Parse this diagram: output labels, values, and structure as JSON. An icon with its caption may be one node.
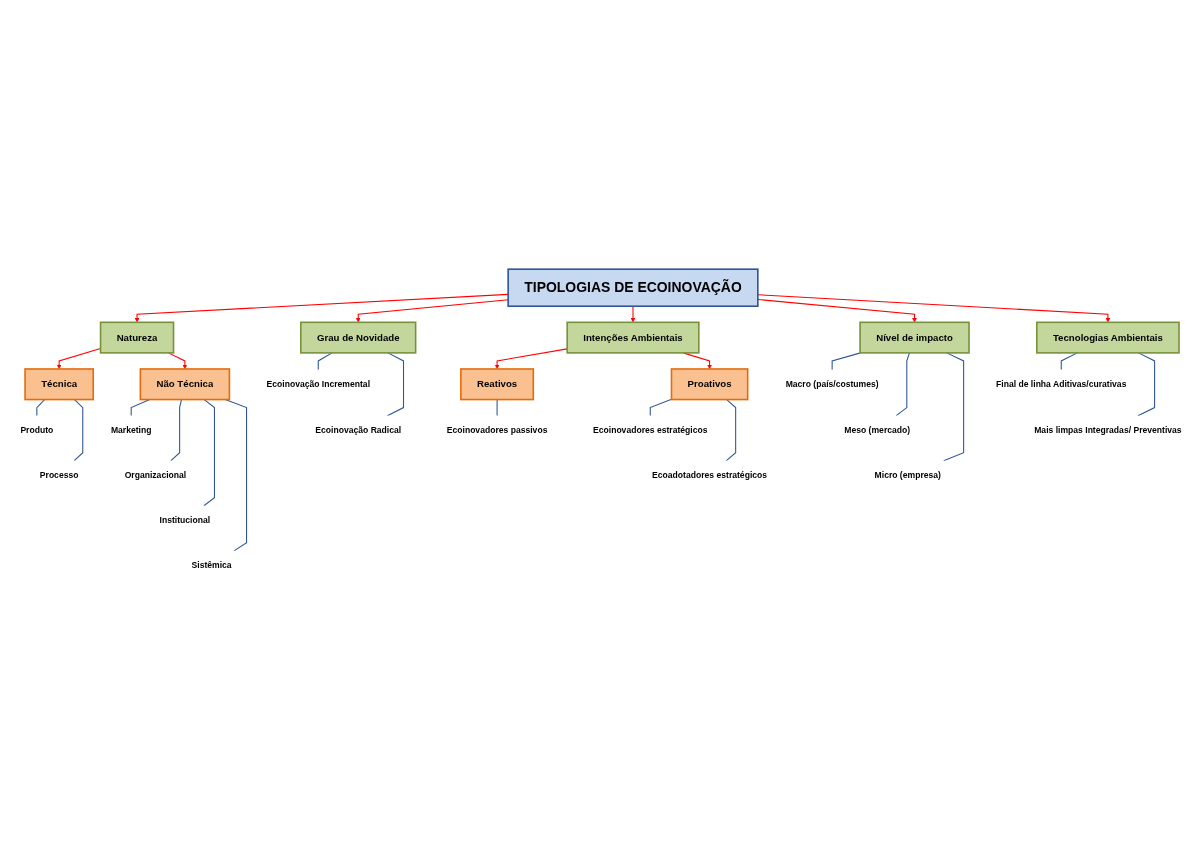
{
  "diagram": {
    "nodes": [
      {
        "text": [
          "TIPOLOGIAS DE ECOINOVAÇÃO"
        ]
      },
      {
        "text": [
          "Grau de Novidade"
        ]
      },
      {
        "text": [
          "Ecoinovação Incremental"
        ]
      },
      {
        "text": [
          "Ecoinovação Radical"
        ]
      },
      {
        "text": [
          "Intenções Ambientais"
        ]
      },
      {
        "text": [
          "Reativos"
        ]
      },
      {
        "text": [
          "Ecoinovadores passivos"
        ]
      },
      {
        "text": [
          "Proativos"
        ]
      },
      {
        "text": [
          "Ecoinovadores estratégicos"
        ]
      },
      {
        "text": [
          "Ecoadotadores estratégicos"
        ]
      },
      {
        "text": [
          "Tecnologias Ambientais"
        ]
      },
      {
        "text": [
          "Final de linha Aditivas/curativas"
        ]
      },
      {
        "text": [
          "Mais limpas Integradas/ Preventivas"
        ]
      },
      {
        "text": [
          "Natureza"
        ]
      },
      {
        "text": [
          "Técnica"
        ]
      },
      {
        "text": [
          "Produto"
        ]
      },
      {
        "text": [
          "Processo"
        ]
      },
      {
        "text": [
          "Não Técnica"
        ]
      },
      {
        "text": [
          "Marketing"
        ]
      },
      {
        "text": [
          "Organizacional"
        ]
      },
      {
        "text": [
          "Institucional"
        ]
      },
      {
        "text": [
          "Sistêmica"
        ]
      },
      {
        "text": [
          "Nível de impacto"
        ]
      },
      {
        "text": [
          "Macro (país/costumes)"
        ]
      },
      {
        "text": [
          "Meso (mercado)"
        ]
      },
      {
        "text": [
          "Micro (empresa)"
        ]
      }
    ],
    "edges": [
      {
        "from": 0,
        "to": 13,
        "arrow": "to",
        "color": "#ff0000"
      },
      {
        "from": 0,
        "to": 1,
        "arrow": "to",
        "color": "#ff0000"
      },
      {
        "from": 0,
        "to": 4,
        "arrow": "to",
        "color": "#ff0000"
      },
      {
        "from": 0,
        "to": 22,
        "arrow": "to",
        "color": "#ff0000"
      },
      {
        "from": 0,
        "to": 10,
        "arrow": "to",
        "color": "#ff0000"
      },
      {
        "from": 1,
        "to": 2,
        "arrow": "none"
      },
      {
        "from": 1,
        "to": 3,
        "arrow": "none"
      },
      {
        "from": 4,
        "to": 5,
        "arrow": "to",
        "color": "#ff0000"
      },
      {
        "from": 4,
        "to": 7,
        "arrow": "to",
        "color": "#ff0000"
      },
      {
        "from": 5,
        "to": 6,
        "arrow": "none"
      },
      {
        "from": 7,
        "to": 8,
        "arrow": "none"
      },
      {
        "from": 7,
        "to": 9,
        "arrow": "none"
      },
      {
        "from": 10,
        "to": 11,
        "arrow": "none"
      },
      {
        "from": 10,
        "to": 12,
        "arrow": "none"
      },
      {
        "from": 13,
        "to": 14,
        "arrow": "to",
        "color": "#ff0000"
      },
      {
        "from": 13,
        "to": 17,
        "arrow": "to",
        "color": "#ff0000"
      },
      {
        "from": 14,
        "to": 15,
        "arrow": "none"
      },
      {
        "from": 14,
        "to": 16,
        "arrow": "none"
      },
      {
        "from": 17,
        "to": 18,
        "arrow": "none"
      },
      {
        "from": 17,
        "to": 19,
        "arrow": "none"
      },
      {
        "from": 17,
        "to": 20,
        "arrow": "none"
      },
      {
        "from": 17,
        "to": 21,
        "arrow": "none"
      },
      {
        "from": 22,
        "to": 23,
        "arrow": "none"
      },
      {
        "from": 22,
        "to": 24,
        "arrow": "none"
      },
      {
        "from": 22,
        "to": 25,
        "arrow": "none"
      }
    ]
  }
}
